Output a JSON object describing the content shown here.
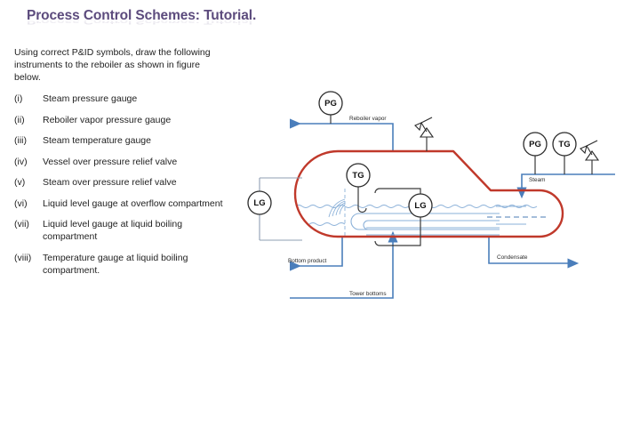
{
  "slide": {
    "title": "Process Control Schemes: Tutorial.",
    "intro": "Using correct P&ID symbols, draw the following instruments to the reboiler as shown in figure below."
  },
  "tasks": [
    {
      "num": "(i)",
      "text": "Steam pressure gauge"
    },
    {
      "num": "(ii)",
      "text": "Reboiler vapor pressure gauge"
    },
    {
      "num": "(iii)",
      "text": "Steam temperature gauge"
    },
    {
      "num": "(iv)",
      "text": "Vessel over pressure relief valve"
    },
    {
      "num": "(v)",
      "text": "Steam over pressure relief valve"
    },
    {
      "num": "(vi)",
      "text": "Liquid level gauge at overflow compartment"
    },
    {
      "num": "(vii)",
      "text": "Liquid level gauge at liquid boiling compartment"
    },
    {
      "num": "(viii)",
      "text": "Temperature gauge at liquid boiling compartment."
    }
  ],
  "diagram": {
    "gauges": {
      "reboiler_vapor_pg": "PG",
      "overflow_lg": "LG",
      "boiling_tg": "TG",
      "boiling_lg": "LG",
      "steam_pg": "PG",
      "steam_tg": "TG"
    },
    "stream_labels": {
      "reboiler_vapor": "Reboiler vapor",
      "steam": "Steam",
      "bottom_product": "Bottom product",
      "tower_bottoms": "Tower bottoms",
      "condensate": "Condensate"
    },
    "colors": {
      "vessel": "#c0392b",
      "pipe": "#4a7ebb",
      "instrument_line": "#3a3a3a",
      "liquid": "#8ab0d8",
      "title": "#5c4b7d"
    }
  }
}
